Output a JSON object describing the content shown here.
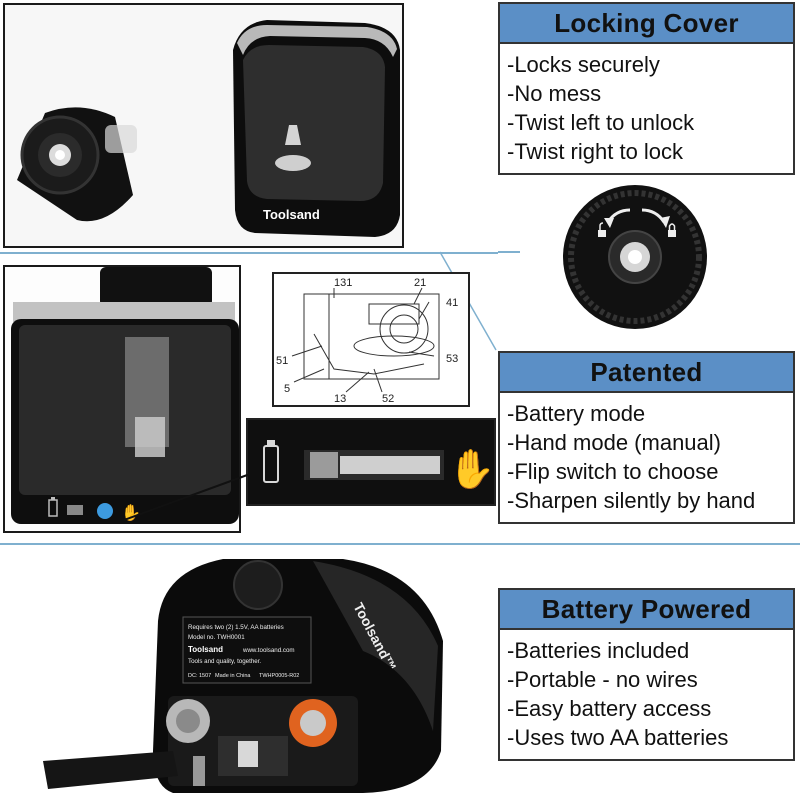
{
  "panels": {
    "locking_cover": {
      "title": "Locking Cover",
      "items": [
        "-Locks securely",
        "-No mess",
        "-Twist left to unlock",
        "-Twist right to lock"
      ]
    },
    "patented": {
      "title": "Patented",
      "items": [
        "-Battery mode",
        "-Hand mode (manual)",
        "-Flip switch to choose",
        "-Sharpen silently by hand"
      ]
    },
    "battery_powered": {
      "title": "Battery Powered",
      "items": [
        "-Batteries included",
        "-Portable - no wires",
        "-Easy battery access",
        "-Uses two AA batteries"
      ]
    }
  },
  "product": {
    "brand": "Toolsand",
    "brand_tm": "Toolsand™"
  },
  "label": {
    "line1": "Requires two (2) 1.5V, AA batteries",
    "line2": "Model no.  TWH0001",
    "brand": "Toolsand",
    "url": "www.toolsand.com",
    "tagline": "Tools and quality, together.",
    "dc": "DC: 1507",
    "origin": "Made in China",
    "code": "TWHP0005-R02"
  },
  "diagram": {
    "labels": [
      "131",
      "21",
      "41",
      "51",
      "53",
      "5",
      "13",
      "52"
    ]
  },
  "colors": {
    "panel_header": "#5b8fc6",
    "divider": "#7fb0cf",
    "switch_dot": "#3d9be0"
  },
  "icons": [
    "battery-icon",
    "hand-icon",
    "unlock-icon",
    "lock-icon",
    "rotate-left-arrow-icon",
    "rotate-right-arrow-icon"
  ]
}
